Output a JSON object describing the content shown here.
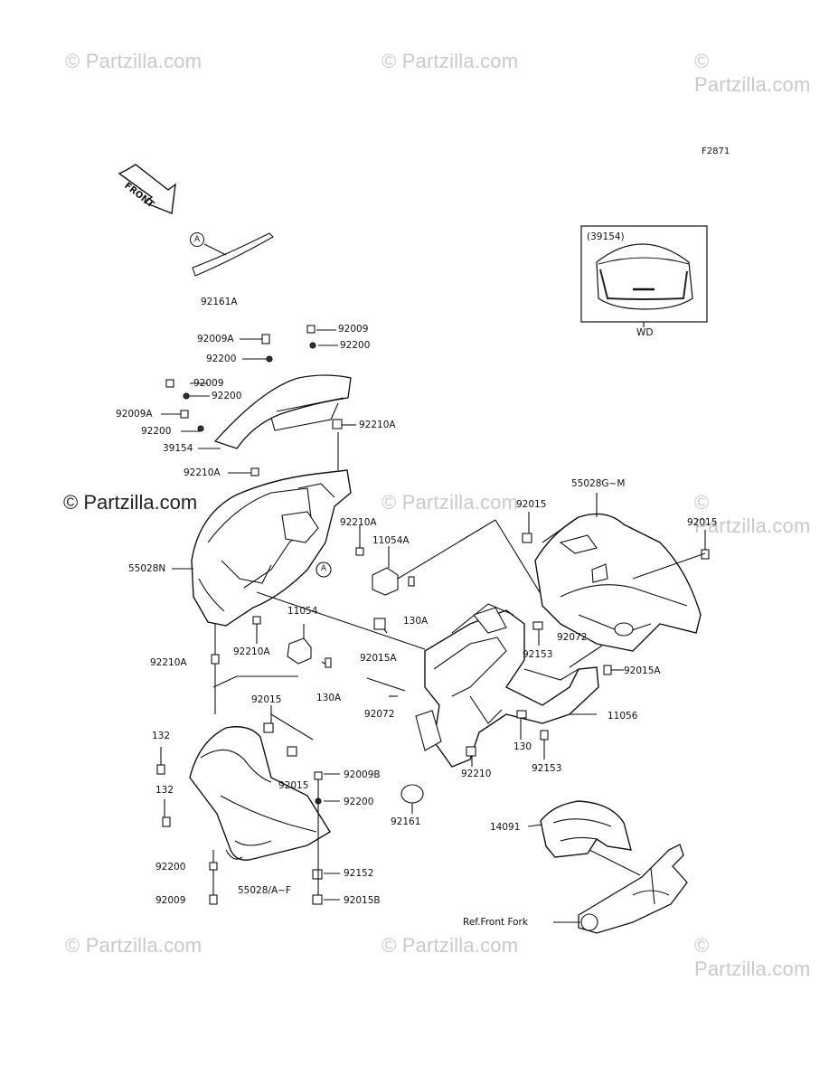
{
  "watermarks": {
    "text": "© Partzilla.com",
    "strong": "© Partzilla.com"
  },
  "diagram_code": "F2871",
  "front_label": "FRONT",
  "inset": {
    "title": "(39154)",
    "caption": "WD"
  },
  "callouts": {
    "a_marker": "A"
  },
  "parts": {
    "p92161A": "92161A",
    "p92009A_top": "92009A",
    "p92009_top": "92009",
    "p92200_top_r": "92200",
    "p92200_top_l": "92200",
    "p92009_mid": "92009",
    "p92200_mid": "92200",
    "p92009A_mid": "92009A",
    "p92200_mid2": "92200",
    "p92210A_r": "92210A",
    "p39154": "39154",
    "p92210A_l": "92210A",
    "p92210A_c": "92210A",
    "p11054A": "11054A",
    "p55028N": "55028N",
    "p130A_r": "130A",
    "p11054": "11054",
    "p92210A_b": "92210A",
    "p92015A_c": "92015A",
    "p92210A_side": "92210A",
    "p130A_b": "130A",
    "p92015_l": "92015",
    "p92072_l": "92072",
    "p132_a": "132",
    "p92015_l2": "92015",
    "p92009B": "92009B",
    "p132_b": "132",
    "p92200_low": "92200",
    "p92200_bot": "92200",
    "p55028AF": "55028/A~F",
    "p92152": "92152",
    "p92009_bot": "92009",
    "p92015B": "92015B",
    "p92161": "92161",
    "p92210": "92210",
    "p130": "130",
    "p92153_b": "92153",
    "p11056": "11056",
    "p92015A_r": "92015A",
    "p92072_r": "92072",
    "p92153_t": "92153",
    "p92015_c": "92015",
    "p55028GM": "55028G~M",
    "p92015_r": "92015",
    "p14091": "14091",
    "ref_front_fork": "Ref.Front Fork"
  }
}
